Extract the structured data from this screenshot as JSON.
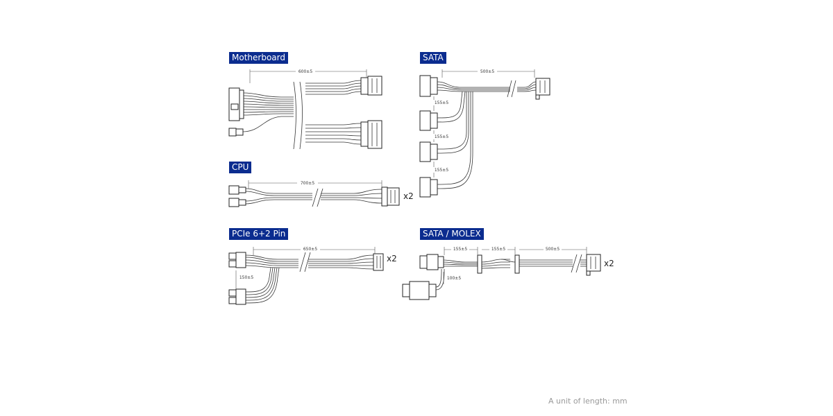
{
  "titles": {
    "motherboard": "Motherboard",
    "sata": "SATA",
    "cpu": "CPU",
    "pcie": "PCIe 6+2 Pin",
    "sata_molex": "SATA / MOLEX"
  },
  "multipliers": {
    "cpu": "x2",
    "pcie": "x2",
    "sata_molex": "x2"
  },
  "dimensions": {
    "motherboard_length": "600±5",
    "sata_length": "500±5",
    "sata_spacing_1": "155±5",
    "sata_spacing_2": "155±5",
    "sata_spacing_3": "155±5",
    "cpu_length": "700±5",
    "pcie_length": "650±5",
    "pcie_branch": "150±5",
    "molex_spacing_1": "155±5",
    "molex_spacing_2": "155±5",
    "molex_length": "500±5",
    "molex_branch": "100±5"
  },
  "footer_note": "A unit of length: mm",
  "colors": {
    "badge": "#0b2c8f",
    "line": "#333333"
  }
}
